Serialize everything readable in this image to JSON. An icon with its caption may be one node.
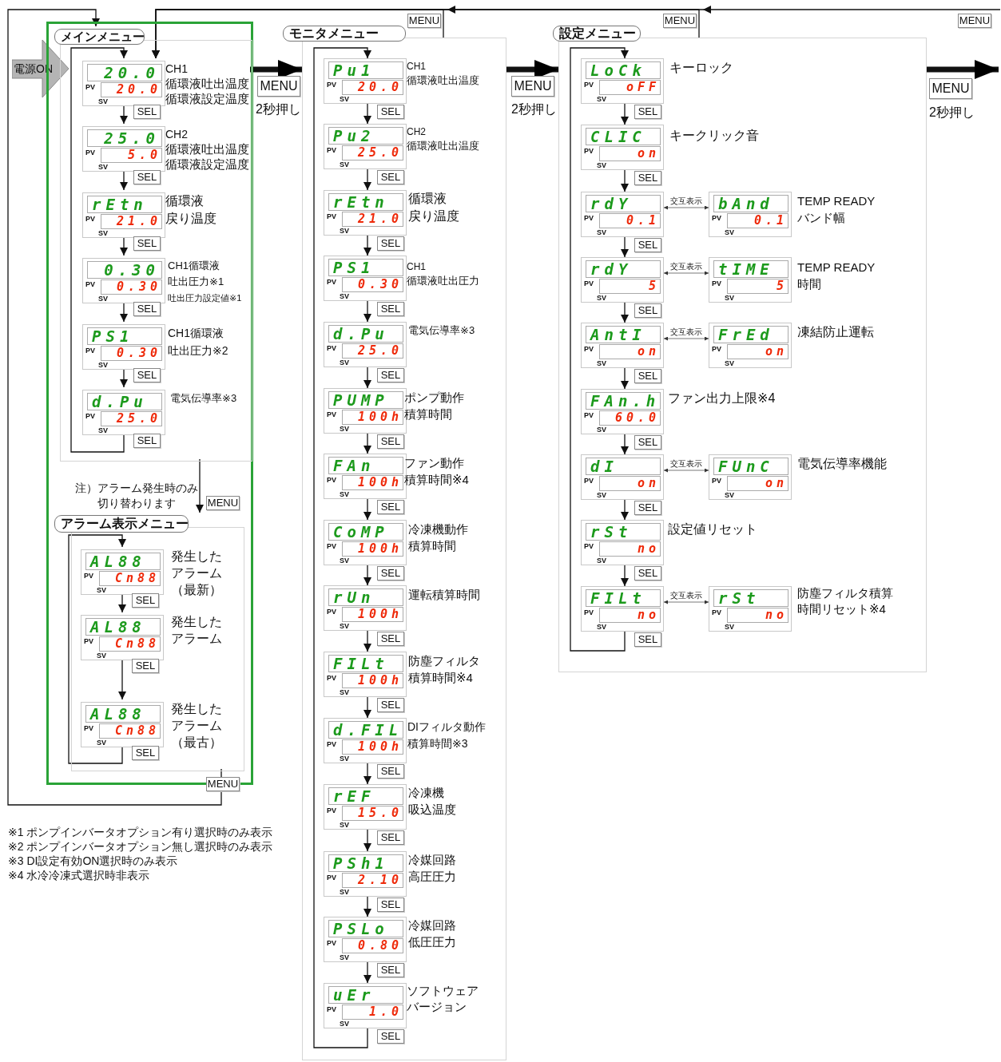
{
  "diagram": {
    "nodes": [
      {
        "text": [
          "電源ON"
        ]
      },
      {
        "text": [],
        "shape": "box"
      },
      {
        "text": [
          "メインメニュー"
        ],
        "in": 1
      },
      {
        "text": [
          "20.0",
          "PV",
          "20.0",
          "SV"
        ],
        "in": 2,
        "beside": [
          "CH1",
          "循環液吐出温度",
          "循環液設定温度"
        ]
      },
      {
        "text": [
          "25.0",
          "PV",
          "5.0",
          "SV"
        ],
        "in": 2,
        "beside": [
          "CH2",
          "循環液吐出温度",
          "循環液設定温度"
        ]
      },
      {
        "text": [
          "rEtn",
          "PV",
          "21.0",
          "SV"
        ],
        "in": 2,
        "beside": [
          "循環液戻り温度"
        ]
      },
      {
        "text": [
          "0.30",
          "PV",
          "0.30",
          "SV"
        ],
        "in": 2,
        "beside": [
          "CH1循環液吐出圧力※1",
          "吐出圧力設定値※1"
        ]
      },
      {
        "text": [
          "PS1",
          "PV",
          "0.30",
          "SV"
        ],
        "in": 2,
        "beside": [
          "CH1循環液吐出圧力※2"
        ]
      },
      {
        "text": [
          "d.Pu",
          "PV",
          "25.0",
          "SV"
        ],
        "in": 2,
        "beside": [
          "電気伝導率※3"
        ]
      },
      {
        "text": [
          "アラーム表示メニュー"
        ],
        "in": 1
      },
      {
        "text": [
          "AL88",
          "PV",
          "Cn88",
          "SV"
        ],
        "in": 9,
        "beside": [
          "発生したアラーム（最新）"
        ]
      },
      {
        "text": [
          "AL88",
          "PV",
          "Cn88",
          "SV"
        ],
        "in": 9,
        "beside": [
          "発生したアラーム"
        ]
      },
      {
        "text": [
          "AL88",
          "PV",
          "Cn88",
          "SV"
        ],
        "in": 9,
        "beside": [
          "発生したアラーム（最古）"
        ]
      },
      {
        "text": [
          "モニタメニュー"
        ]
      },
      {
        "text": [
          "Pu1",
          "PV",
          "20.0",
          "SV"
        ],
        "in": 13,
        "beside": [
          "CH1",
          "循環液吐出温度"
        ]
      },
      {
        "text": [
          "Pu2",
          "PV",
          "25.0",
          "SV"
        ],
        "in": 13,
        "beside": [
          "CH2",
          "循環液吐出温度"
        ]
      },
      {
        "text": [
          "rEtn",
          "PV",
          "21.0",
          "SV"
        ],
        "in": 13,
        "beside": [
          "循環液戻り温度"
        ]
      },
      {
        "text": [
          "PS1",
          "PV",
          "0.30",
          "SV"
        ],
        "in": 13,
        "beside": [
          "CH1",
          "循環液吐出圧力"
        ]
      },
      {
        "text": [
          "d.Pu",
          "PV",
          "25.0",
          "SV"
        ],
        "in": 13,
        "beside": [
          "電気伝導率※3"
        ]
      },
      {
        "text": [
          "PUMP",
          "PV",
          "100h",
          "SV"
        ],
        "in": 13,
        "beside": [
          "ポンプ動作積算時間"
        ]
      },
      {
        "text": [
          "FAn",
          "PV",
          "100h",
          "SV"
        ],
        "in": 13,
        "beside": [
          "ファン動作積算時間※4"
        ]
      },
      {
        "text": [
          "CoMP",
          "PV",
          "100h",
          "SV"
        ],
        "in": 13,
        "beside": [
          "冷凍機動作積算時間"
        ]
      },
      {
        "text": [
          "rUn",
          "PV",
          "100h",
          "SV"
        ],
        "in": 13,
        "beside": [
          "運転積算時間"
        ]
      },
      {
        "text": [
          "FILt",
          "PV",
          "100h",
          "SV"
        ],
        "in": 13,
        "beside": [
          "防塵フィルタ積算時間※4"
        ]
      },
      {
        "text": [
          "d.FIL",
          "PV",
          "100h",
          "SV"
        ],
        "in": 13,
        "beside": [
          "DIフィルタ動作積算時間※3"
        ]
      },
      {
        "text": [
          "rEF",
          "PV",
          "15.0",
          "SV"
        ],
        "in": 13,
        "beside": [
          "冷凍機吸込温度"
        ]
      },
      {
        "text": [
          "PSh1",
          "PV",
          "2.10",
          "SV"
        ],
        "in": 13,
        "beside": [
          "冷媒回路高圧圧力"
        ]
      },
      {
        "text": [
          "PSLo",
          "PV",
          "0.80",
          "SV"
        ],
        "in": 13,
        "beside": [
          "冷媒回路低圧圧力"
        ]
      },
      {
        "text": [
          "uEr",
          "PV",
          "1.0",
          "SV"
        ],
        "in": 13,
        "beside": [
          "ソフトウェアバージョン"
        ]
      },
      {
        "text": [
          "設定メニュー"
        ]
      },
      {
        "text": [
          "LoCk",
          "PV",
          "oFF",
          "SV"
        ],
        "in": 29,
        "beside": [
          "キーロック"
        ]
      },
      {
        "text": [
          "CLIC",
          "PV",
          "on",
          "SV"
        ],
        "in": 29,
        "beside": [
          "キークリック音"
        ]
      },
      {
        "text": [
          "rdY",
          "PV",
          "0.1",
          "SV"
        ],
        "in": 29
      },
      {
        "text": [
          "bAnd",
          "PV",
          "0.1",
          "SV"
        ],
        "in": 29,
        "beside": [
          "TEMP READY",
          "バンド幅"
        ]
      },
      {
        "text": [
          "rdY",
          "PV",
          "5",
          "SV"
        ],
        "in": 29
      },
      {
        "text": [
          "tIME",
          "PV",
          "5",
          "SV"
        ],
        "in": 29,
        "beside": [
          "TEMP READY",
          "時間"
        ]
      },
      {
        "text": [
          "AntI",
          "PV",
          "on",
          "SV"
        ],
        "in": 29
      },
      {
        "text": [
          "FrEd",
          "PV",
          "on",
          "SV"
        ],
        "in": 29,
        "beside": [
          "凍結防止運転"
        ]
      },
      {
        "text": [
          "FAn.h",
          "PV",
          "60.0",
          "SV"
        ],
        "in": 29,
        "beside": [
          "ファン出力上限※4"
        ]
      },
      {
        "text": [
          "dI",
          "PV",
          "on",
          "SV"
        ],
        "in": 29
      },
      {
        "text": [
          "FUnC",
          "PV",
          "on",
          "SV"
        ],
        "in": 29,
        "beside": [
          "電気伝導率機能"
        ]
      },
      {
        "text": [
          "rSt",
          "PV",
          "no",
          "SV"
        ],
        "in": 29,
        "beside": [
          "設定値リセット"
        ]
      },
      {
        "text": [
          "FILt",
          "PV",
          "no",
          "SV"
        ],
        "in": 29
      },
      {
        "text": [
          "rSt",
          "PV",
          "no",
          "SV"
        ],
        "in": 29,
        "beside": [
          "防塵フィルタ積算時間リセット※4"
        ]
      }
    ],
    "edges": [
      {
        "from": 3,
        "to": 4,
        "arrow": "to",
        "label": "SEL"
      },
      {
        "from": 4,
        "to": 5,
        "arrow": "to",
        "label": "SEL"
      },
      {
        "from": 5,
        "to": 6,
        "arrow": "to",
        "label": "SEL"
      },
      {
        "from": 6,
        "to": 7,
        "arrow": "to",
        "label": "SEL"
      },
      {
        "from": 7,
        "to": 8,
        "arrow": "to",
        "label": "SEL"
      },
      {
        "from": 8,
        "to": 3,
        "arrow": "to",
        "label": "SEL"
      },
      {
        "from": 10,
        "to": 11,
        "arrow": "to",
        "label": "SEL"
      },
      {
        "from": 11,
        "to": 12,
        "arrow": "to",
        "label": "SEL"
      },
      {
        "from": 12,
        "to": 10,
        "arrow": "to",
        "label": "SEL"
      },
      {
        "from": 14,
        "to": 15,
        "arrow": "to",
        "label": "SEL"
      },
      {
        "from": 15,
        "to": 16,
        "arrow": "to",
        "label": "SEL"
      },
      {
        "from": 16,
        "to": 17,
        "arrow": "to",
        "label": "SEL"
      },
      {
        "from": 17,
        "to": 18,
        "arrow": "to",
        "label": "SEL"
      },
      {
        "from": 18,
        "to": 19,
        "arrow": "to",
        "label": "SEL"
      },
      {
        "from": 19,
        "to": 20,
        "arrow": "to",
        "label": "SEL"
      },
      {
        "from": 20,
        "to": 21,
        "arrow": "to",
        "label": "SEL"
      },
      {
        "from": 21,
        "to": 22,
        "arrow": "to",
        "label": "SEL"
      },
      {
        "from": 22,
        "to": 23,
        "arrow": "to",
        "label": "SEL"
      },
      {
        "from": 23,
        "to": 24,
        "arrow": "to",
        "label": "SEL"
      },
      {
        "from": 24,
        "to": 25,
        "arrow": "to",
        "label": "SEL"
      },
      {
        "from": 25,
        "to": 26,
        "arrow": "to",
        "label": "SEL"
      },
      {
        "from": 26,
        "to": 27,
        "arrow": "to",
        "label": "SEL"
      },
      {
        "from": 27,
        "to": 28,
        "arrow": "to",
        "label": "SEL"
      },
      {
        "from": 28,
        "to": 14,
        "arrow": "to",
        "label": "SEL"
      },
      {
        "from": 30,
        "to": 31,
        "arrow": "to",
        "label": "SEL"
      },
      {
        "from": 31,
        "to": 32,
        "arrow": "to",
        "label": "SEL"
      },
      {
        "from": 32,
        "to": 34,
        "arrow": "to",
        "label": "SEL"
      },
      {
        "from": 34,
        "to": 36,
        "arrow": "to",
        "label": "SEL"
      },
      {
        "from": 36,
        "to": 38,
        "arrow": "to",
        "label": "SEL"
      },
      {
        "from": 38,
        "to": 39,
        "arrow": "to",
        "label": "SEL"
      },
      {
        "from": 39,
        "to": 41,
        "arrow": "to",
        "label": "SEL"
      },
      {
        "from": 41,
        "to": 42,
        "arrow": "to",
        "label": "SEL"
      },
      {
        "from": 42,
        "to": 30,
        "arrow": "to",
        "label": "SEL"
      },
      {
        "from": 32,
        "to": 33,
        "arrow": "both",
        "label": "交互表示"
      },
      {
        "from": 34,
        "to": 35,
        "arrow": "both",
        "label": "交互表示"
      },
      {
        "from": 36,
        "to": 37,
        "arrow": "both",
        "label": "交互表示"
      },
      {
        "from": 39,
        "to": 40,
        "arrow": "both",
        "label": "交互表示"
      },
      {
        "from": 42,
        "to": 43,
        "arrow": "both",
        "label": "交互表示"
      },
      {
        "from": 2,
        "to": 13,
        "arrow": "to",
        "label": "MENU",
        "style": "thick"
      },
      {
        "from": 13,
        "to": 29,
        "arrow": "to",
        "label": "MENU",
        "style": "thick"
      },
      {
        "from": 29,
        "to": null,
        "arrow": "to",
        "label": "MENU",
        "style": "thick"
      },
      {
        "from": 13,
        "to": 3,
        "arrow": "to",
        "label": "MENU"
      },
      {
        "from": 29,
        "to": 3,
        "arrow": "to",
        "label": "MENU"
      },
      {
        "from": null,
        "to": 3,
        "arrow": "to",
        "label": "MENU"
      },
      {
        "from": 2,
        "to": 9,
        "arrow": "to",
        "label": "MENU"
      },
      {
        "from": 9,
        "to": 2,
        "arrow": "to",
        "label": "MENU"
      }
    ],
    "labels": [
      "2秒押し",
      "2秒押し",
      "2秒押し",
      "注）アラーム発生時のみ切り替わります",
      "※1 ポンプインバータオプション有り選択時のみ表示",
      "※2 ポンプインバータオプション無し選択時のみ表示",
      "※3 DI設定有効ON選択時のみ表示",
      "※4 水冷冷凍式選択時非表示"
    ]
  }
}
